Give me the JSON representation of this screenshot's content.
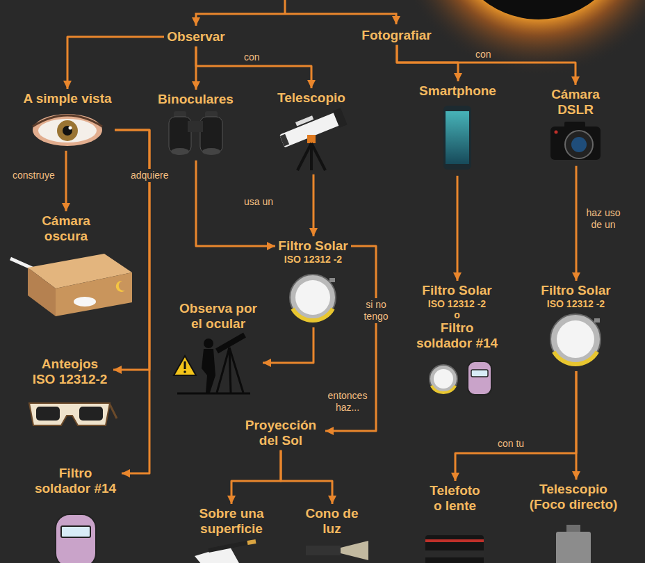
{
  "diagram": {
    "nodes": [
      {
        "text": [
          "Observar"
        ]
      },
      {
        "text": [
          "Fotografiar"
        ]
      },
      {
        "text": [
          "A simple vista"
        ]
      },
      {
        "text": [
          "Binoculares"
        ]
      },
      {
        "text": [
          "Telescopio"
        ]
      },
      {
        "text": [
          "Smartphone"
        ]
      },
      {
        "text": [
          "Cámara DSLR"
        ]
      },
      {
        "text": [
          "Cámara oscura"
        ]
      },
      {
        "text": [
          "Filtro Solar",
          "ISO 12312 -2"
        ]
      },
      {
        "text": [
          "Anteojos ISO 12312-2"
        ]
      },
      {
        "text": [
          "Observa por el ocular"
        ]
      },
      {
        "text": [
          "Filtro soldador #14"
        ]
      },
      {
        "text": [
          "Proyección del Sol"
        ]
      },
      {
        "text": [
          "Filtro Solar",
          "ISO 12312 -2",
          "o",
          "Filtro soldador #14"
        ]
      },
      {
        "text": [
          "Filtro Solar",
          "ISO 12312 -2"
        ]
      },
      {
        "text": [
          "Sobre una superficie"
        ]
      },
      {
        "text": [
          "Cono de luz"
        ]
      },
      {
        "text": [
          "Telefoto o lente"
        ]
      },
      {
        "text": [
          "Telescopio (Foco directo)"
        ]
      }
    ],
    "edges": [
      {
        "from": 0,
        "to": 2,
        "arrow": "to"
      },
      {
        "from": 0,
        "to": 3,
        "arrow": "to"
      },
      {
        "from": 0,
        "to": 4,
        "label": "con",
        "arrow": "to"
      },
      {
        "from": 1,
        "to": 5,
        "label": "con",
        "arrow": "to"
      },
      {
        "from": 1,
        "to": 6,
        "arrow": "to"
      },
      {
        "from": 2,
        "to": 7,
        "label": "construye",
        "arrow": "to"
      },
      {
        "from": 2,
        "to": 9,
        "label": "adquiere",
        "arrow": "to"
      },
      {
        "from": 2,
        "to": 11,
        "arrow": "to"
      },
      {
        "from": 3,
        "to": 8,
        "label": "usa un",
        "arrow": "to"
      },
      {
        "from": 4,
        "to": 8,
        "arrow": "to"
      },
      {
        "from": 8,
        "to": 10,
        "arrow": "to"
      },
      {
        "from": 8,
        "to": 12,
        "label": "si no tengo",
        "arrow": "to"
      },
      {
        "from": 12,
        "to": 15,
        "arrow": "to"
      },
      {
        "from": 12,
        "to": 16,
        "arrow": "to"
      },
      {
        "from": 5,
        "to": 13,
        "arrow": "to"
      },
      {
        "from": 6,
        "to": 14,
        "label": "haz uso de un",
        "arrow": "to"
      },
      {
        "from": 14,
        "to": 17,
        "label": "con tu",
        "arrow": "to"
      },
      {
        "from": 14,
        "to": 18,
        "arrow": "to"
      }
    ],
    "labels": [
      "entonces haz..."
    ]
  }
}
